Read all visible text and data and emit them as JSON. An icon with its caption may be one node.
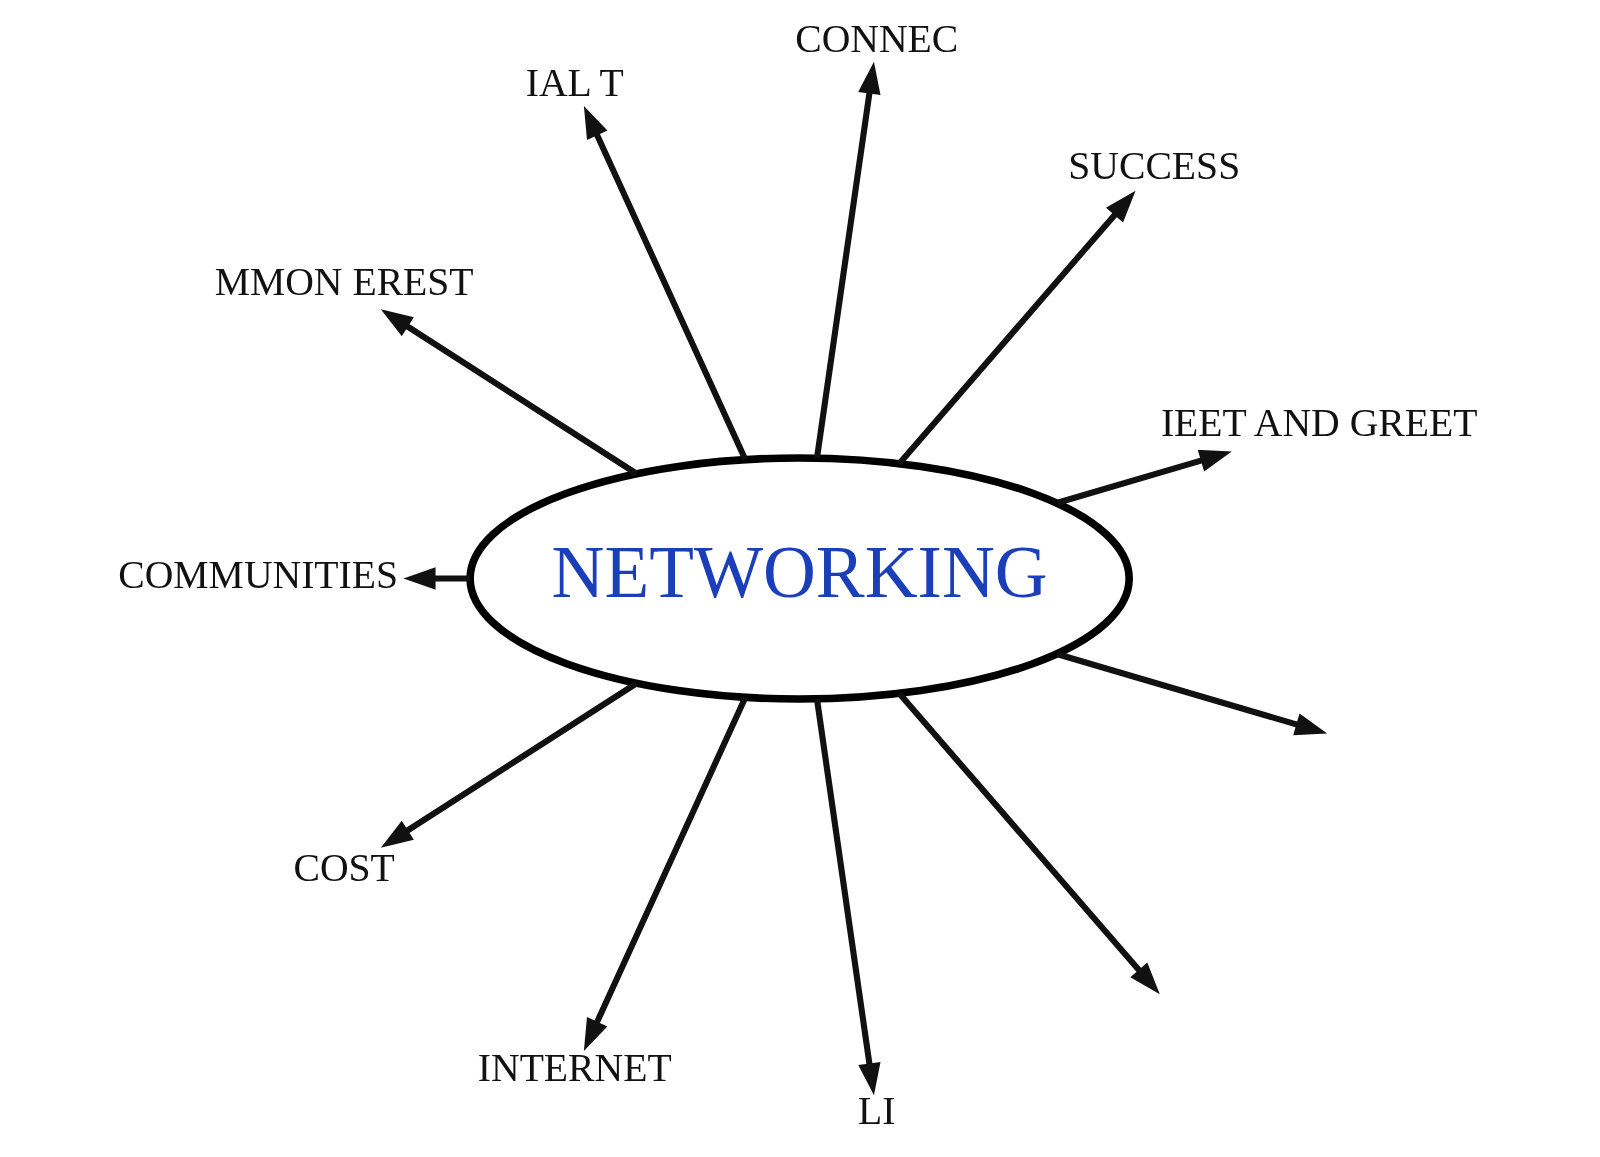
{
  "diagram": {
    "nodes": [
      {
        "text": [
          "NETWORKING"
        ]
      },
      {
        "text": [
          "IEET AND GREET"
        ]
      },
      {
        "text": [
          "SUCCESS"
        ]
      },
      {
        "text": [
          "CONNEC"
        ]
      },
      {
        "text": [
          "IAL T"
        ]
      },
      {
        "text": [
          "MMON EREST"
        ]
      },
      {
        "text": [
          "COMMUNITIES"
        ]
      },
      {
        "text": [
          "COST"
        ]
      },
      {
        "text": [
          "INTERNET"
        ]
      },
      {
        "text": [
          "LI"
        ]
      }
    ],
    "edges": [
      {
        "from": 0,
        "to": 4,
        "arrow": "to"
      },
      {
        "from": 0,
        "to": 1,
        "arrow": "to"
      },
      {
        "from": 0,
        "to": null,
        "arrow": "to"
      },
      {
        "from": 0,
        "to": 2,
        "arrow": "to"
      },
      {
        "from": 0,
        "to": 3,
        "arrow": "to"
      },
      {
        "from": 0,
        "to": null,
        "arrow": "to"
      },
      {
        "from": 0,
        "to": 9,
        "arrow": "to"
      },
      {
        "from": 0,
        "to": 8,
        "arrow": "to"
      },
      {
        "from": 0,
        "to": 7,
        "arrow": "to"
      },
      {
        "from": 0,
        "to": 6,
        "arrow": "to"
      },
      {
        "from": 0,
        "to": 5,
        "arrow": "to"
      }
    ]
  }
}
